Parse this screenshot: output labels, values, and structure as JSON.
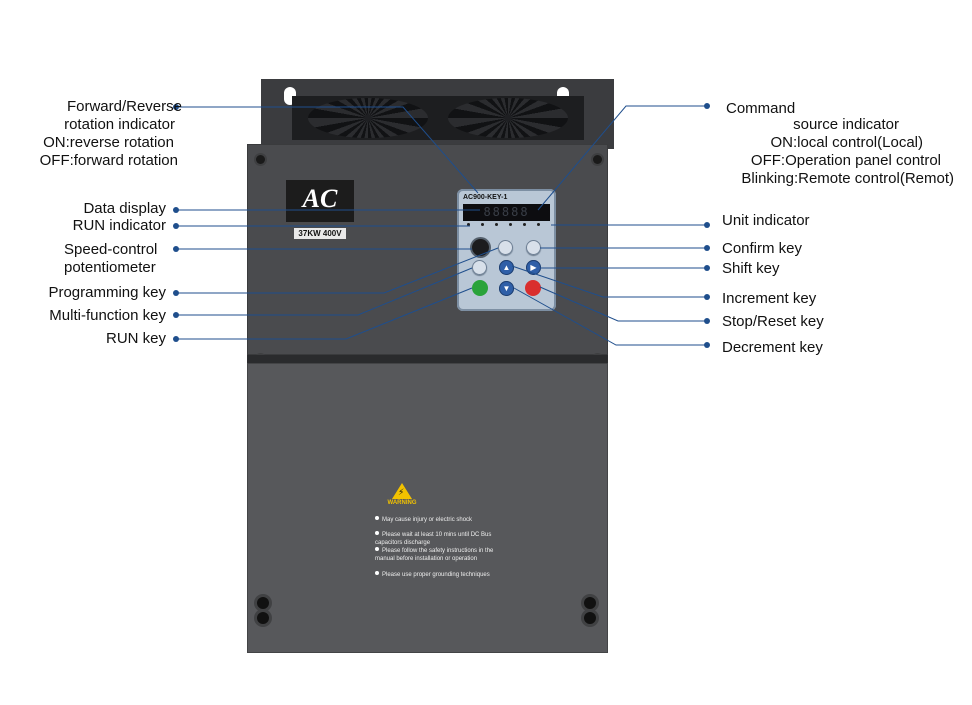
{
  "device": {
    "brand_logo": "AC",
    "rating": "37KW 400V",
    "keypad_model": "AC900-KEY-1",
    "display_digits": "88888"
  },
  "labels_left": [
    {
      "id": "fwd-rev",
      "lines": [
        "Forward/Reverse",
        "rotation indicator",
        "ON:reverse rotation",
        "OFF:forward rotation"
      ]
    },
    {
      "id": "data-display",
      "lines": [
        "Data display"
      ]
    },
    {
      "id": "run-indicator",
      "lines": [
        "RUN indicator"
      ]
    },
    {
      "id": "speed-pot",
      "lines": [
        "Speed-control",
        "potentiometer"
      ]
    },
    {
      "id": "programming-key",
      "lines": [
        "Programming key"
      ]
    },
    {
      "id": "multi-function-key",
      "lines": [
        "Multi-function key"
      ]
    },
    {
      "id": "run-key",
      "lines": [
        "RUN key"
      ]
    }
  ],
  "labels_right": [
    {
      "id": "command-source",
      "lines": [
        "Command",
        "source indicator",
        "ON:local control(Local)",
        "OFF:Operation panel control",
        "Blinking:Remote control(Remot)"
      ]
    },
    {
      "id": "unit-indicator",
      "lines": [
        "Unit indicator"
      ]
    },
    {
      "id": "confirm-key",
      "lines": [
        "Confirm key"
      ]
    },
    {
      "id": "shift-key",
      "lines": [
        "Shift key"
      ]
    },
    {
      "id": "increment-key",
      "lines": [
        "Increment key"
      ]
    },
    {
      "id": "stop-reset-key",
      "lines": [
        "Stop/Reset key"
      ]
    },
    {
      "id": "decrement-key",
      "lines": [
        "Decrement key"
      ]
    }
  ],
  "warning": {
    "title": "WARNING",
    "items": [
      "May cause injury or electric shock",
      "Please wait at least 10 mins until DC Bus capacitors discharge",
      "Please follow the safety instructions in the manual before installation or operation",
      "Please use proper grounding techniques"
    ]
  },
  "colors": {
    "leader_line": "#1f4e8c",
    "housing": "#4a4b4e",
    "keypad": "#b9c7d6"
  }
}
